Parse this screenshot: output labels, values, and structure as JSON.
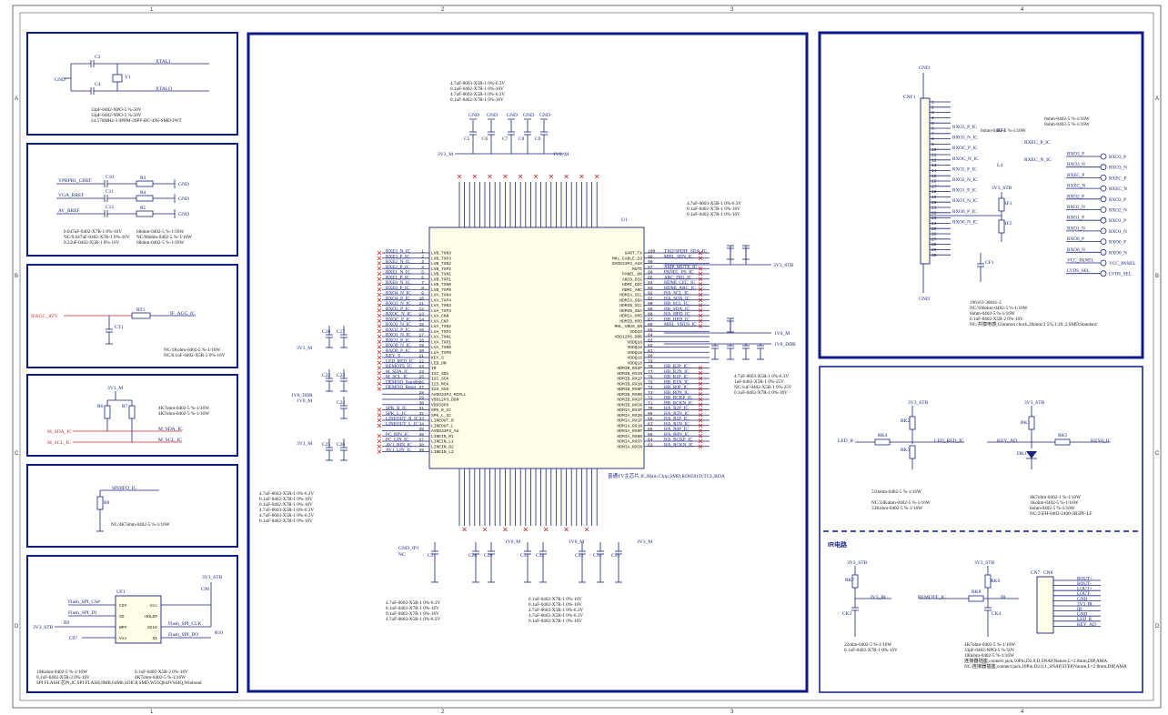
{
  "frame": {
    "columns": [
      "1",
      "2",
      "3",
      "4"
    ],
    "rows": [
      "A",
      "B",
      "C",
      "D"
    ]
  },
  "crystal": {
    "refs": [
      "C3",
      "C4",
      "Y1"
    ],
    "nets": [
      "XTALI",
      "XTALO",
      "GND"
    ],
    "notes": [
      "33pF-0402-NPO-5  %-50V",
      "33pF-0402-NPO-5  %-50V",
      "24.576MHz-3  0PPM-20PF-HC-49S-SMD-JWT"
    ]
  },
  "vga": {
    "nets": [
      "YPBPR1_GREF",
      "VGA_RREF",
      "AV_RREF"
    ],
    "caps": [
      "C10",
      "C11",
      "C12"
    ],
    "res": [
      "R3",
      "R4",
      "R5"
    ],
    "notes_left": [
      "0.047uF-0402-X7R-1  0%-16V",
      "NC/0.047uF-0402-X7R-1  0%-16V",
      "0.22uF-0402-X5R-1  0%-16V"
    ],
    "notes_right": [
      "68ohm-0402-5  %-1/16W",
      "NC/68ohm-0402-5  %-1/16W",
      "68ohm-0402-5  %-1/16W"
    ]
  },
  "agc": {
    "nets": [
      "IFAGC_ATV",
      "IF_AGC_IC"
    ],
    "refs": [
      "RT1",
      "CT1"
    ],
    "notes": [
      "NC/1Kohm-0402-5  %-1/16W",
      "NC/0.1uF-0402-X5R-2  0%-16V"
    ]
  },
  "i2c": {
    "rail": "3V3_M",
    "res": [
      "R6",
      "R7"
    ],
    "nets": [
      "M_SDA_IC",
      "M_SCL_IC"
    ],
    "ext_nets": [
      "M_SDA_IC",
      "M_SCL_IC"
    ],
    "notes": [
      "4K7ohm-0402-5  %-1/16W",
      "4K7ohm-0402-5  %-1/16W"
    ]
  },
  "spdif": {
    "net": "SPDIFO_IC",
    "ref": "R8",
    "note": "NC/4K7ohm-0402-5  %-1/16W"
  },
  "flash": {
    "ref": "UF1",
    "pins_left": [
      "CS#",
      "SO",
      "WP#",
      "Vss"
    ],
    "pins_right": [
      "Vcc",
      "HOLD#",
      "SCLK",
      "SI"
    ],
    "nets": [
      "Flash_SPI_CS#",
      "Flash_SPI_DI",
      "Flash_SPI_CLK",
      "Flash_SPI_DO"
    ],
    "rail": "3V3_STB",
    "refs": [
      "C96",
      "C97",
      "R9",
      "R10"
    ],
    "notes": [
      "10Kohm-0402-5  %-1/16W",
      "0.1uF-0402-X5R-2  0%-16V",
      "SPI FLASH 芯片,IC,SPI FLASH,8MB,64Mb,SOIC8,SMD,W25Q64JVSSIQ,Winbond"
    ],
    "notes2": [
      "0.1uF-0402-X5R-2  0%-16V",
      "4K7ohm-0402-5  %-1/16W"
    ]
  },
  "soc": {
    "ref": "U1",
    "desc": "普通TV主芯片,IC,Main Chip,SMD,RD8501D,TCL,RDA",
    "left_pins": [
      "LVB_TXN3",
      "LVB_TXP3",
      "LVB_TXN2",
      "LVB_TXP2",
      "LVB_TXN1",
      "LVB_TXP1",
      "LVB_TXN0",
      "LVB_TXP0",
      "LVA_TXN4",
      "LVA_TXP4",
      "LVA_TXN3",
      "LVA_TXP3",
      "LVA_CKN",
      "LVA_CKP",
      "LVA_TXN2",
      "LVA_TXP2",
      "LVA_TXN1",
      "LVA_TXP1",
      "LVA_TXN0",
      "LVA_TXP0",
      "KEY_S",
      "LED_ON",
      "IR",
      "I2C_SDA",
      "I2C_SCK",
      "I2S_MCK",
      "I2S_SCK",
      "AVDD33P3_MCPLL",
      "VDD12P3_DDR",
      "VDD33P6",
      "SPK_R_IC",
      "SPK_L_IC",
      "LINEOUT_R",
      "LINEOUT_L",
      "AVDD33P3_AU",
      "LINEIN_R1",
      "LINEIN_L1",
      "LINEIN_R2",
      "LINEIN_L2"
    ],
    "left_nets": [
      "RXE3_N_IC",
      "RXE3_P_IC",
      "RXE2_N_IC",
      "RXE2_P_IC",
      "RXE1_N_IC",
      "RXE1_P_IC",
      "RXE0_N_IC",
      "RXE0_P_IC",
      "RXO4_N_IC",
      "RXO4_P_IC",
      "RXO3_N_IC",
      "RXO3_P_IC",
      "RXOC_N_IC",
      "RXOC_P_IC",
      "RXO2_N_IC",
      "RXO2_P_IC",
      "RXO1_N_IC",
      "RXO1_P_IC",
      "RXO0_N_IC",
      "RXO0_P_IC",
      "KEY_S",
      "LED_RED_IC",
      "REMOTE_IC",
      "M_SDA_IC",
      "M_SCL_IC",
      "DEMOD_Standby",
      "DEMOD_Reset",
      "",
      "",
      "",
      "SPK_R_IC",
      "SPK_L_IC",
      "LINEOUT_R_IC",
      "LINEOUT_L_IC",
      "",
      "PC_RIN_IC",
      "PC_LIN_IC",
      "AV1_RIN_IC",
      "AV1_LIN_IC"
    ],
    "right_pins": [
      "UART_TX",
      "MHL_CABLE_IO",
      "OVDD33P3_AUX",
      "MUTE",
      "PANEL_ON",
      "ARCO_DIG",
      "HDMI_CEC",
      "HDMI_ARC",
      "HDMIA_SCL",
      "HDMIA_SDA",
      "HDMIB_SCL",
      "HDMIB_SDA",
      "HDMIA_HPD",
      "HDMIB_HPD",
      "MHL_VBUS_EN",
      "VDDIO",
      "VDD12P8_DDR",
      "VDDQ18",
      "VDDQ18",
      "VDDQ18",
      "VDDQ18",
      "VDDQ18",
      "HDMIB_RX2P",
      "HDMIB_RX2N",
      "HDMIB_RX1P",
      "HDMIB_RX1N",
      "HDMIB_RX0P",
      "HDMIB_RX0N",
      "HDMIB_RXCP",
      "HDMIB_RXCN",
      "HDMIA_RX2P",
      "HDMIA_RX2N",
      "HDMIA_RX1P",
      "HDMIA_RX1N",
      "HDMIA_RX0P",
      "HDMIA_RX0N",
      "HDMIA_RXCP",
      "HDMIA_RXCN"
    ],
    "right_nets": [
      "TXD/SPDIF_SDA_IC",
      "MHL_SEN_IC",
      "",
      "AMP_MUTE_IC",
      "PANEL_PS_IC",
      "ARC_DIG_IC",
      "HDMI_CEC_IC",
      "HDMI_ARC_IC",
      "HA_SCL_IC",
      "HA_SDA_IC",
      "HB_SCL_IC",
      "HB_SDA_IC",
      "HA_HPD_IC",
      "HB_HPD_IC",
      "MHL_VBUS_IC",
      "",
      "",
      "",
      "",
      "",
      "",
      "",
      "HB_R2P_IC",
      "HB_R2N_IC",
      "HB_R1P_IC",
      "HB_R1N_IC",
      "HB_R0P_IC",
      "HB_R0N_IC",
      "HB_RCKP_IC",
      "HB_RCKN_IC",
      "HA_R2P_IC",
      "HA_R2N_IC",
      "HA_R1P_IC",
      "HA_R1N_IC",
      "HA_R0P_IC",
      "HA_R0N_IC",
      "HA_RCKP_IC",
      "HA_RCKN_IC"
    ],
    "right_rails": [
      "3V3_STB",
      "1V0_M",
      "1V8_DDR"
    ],
    "top_rails": [
      "3V3_M",
      "1V0_M"
    ],
    "top_caps": [
      "C5",
      "C6",
      "C7",
      "C8",
      "C9"
    ],
    "top_notes": [
      "4.7uF-0603-X5R-1  0%-6.3V",
      "0.1uF-0402-X7R-1  0%-16V",
      "4.7uF-0603-X5R-1  0%-6.3V",
      "0.1uF-0402-X7R-1  0%-16V"
    ],
    "right_notes1": [
      "4.7uF-0603-X5R-1  0%-6.3V",
      "0.1uF-0402-X7R-1  0%-16V",
      "0.1uF-0402-X7R-1  0%-16V"
    ],
    "right_notes2": [
      "4.7uF-0603-X5R-1  0%-6.3V",
      "1uF-0402-X5R-1  0%-25V",
      "NC/1uF-0402-X5R-1  0%-25V",
      "0.1uF-0402-X7R-1  0%-16V"
    ],
    "left_notes": [
      "4.7uF-0603-X5R-1  0%-6.3V",
      "0.1uF-0402-X7R-1  0%-16V",
      "0.1uF-0402-X7R-1  0%-16V",
      "4.7uF-0603-X5R-1  0%-6.3V",
      "4.7uF-0603-X5R-1  0%-6.3V",
      "0.1uF-0402-X7R-1  0%-16V"
    ],
    "bottom_notes1": [
      "4.7uF-0603-X5R-1  0%-6.3V",
      "0.1uF-0402-X7R-1  0%-16V",
      "0.1uF-0402-X7R-1  0%-16V",
      "4.7uF-0603-X5R-1  0%-6.3V"
    ],
    "bottom_notes2": [
      "0.1uF-0402-X7R-1  0%-16V",
      "0.1uF-0402-X7R-1  0%-16V",
      "4.7uF-0603-X5R-1  0%-6.3V",
      "4.7uF-0603-X5R-1  0%-6.3V",
      "0.1uF-0402-X7R-1  0%-16V"
    ],
    "left_rails": [
      "3V3_M",
      "1V8_DDR",
      "1V0_M",
      "3V3_M"
    ],
    "left_caps": [
      "C16",
      "C17",
      "C22",
      "C23",
      "C24",
      "C25",
      "C26"
    ],
    "bottom_rails": [
      "1V0_M",
      "3V3_M"
    ],
    "bottom_caps": [
      "C27",
      "C28",
      "C29",
      "C31",
      "C32",
      "C33",
      "C34",
      "C35"
    ],
    "gnd_jp": "GND_JP1",
    "nc": "NC"
  },
  "lvds": {
    "ref": "CNF1",
    "gnd": "GND",
    "nets": [
      "RXO3_P",
      "RXO3_N",
      "RXEC_P",
      "RXEC_N",
      "RXO2_P",
      "RXO2_N",
      "RXO1_P",
      "RXO1_N",
      "RXO0_P",
      "RXO0_N",
      "VCC_PANEL",
      "LVDS_SEL"
    ],
    "nets_inner": [
      "RXO3_P_IC",
      "RXO3_N_IC",
      "RXOC_P_IC",
      "RXOC_N_IC",
      "RXO2_P_IC",
      "RXO2_N_IC",
      "RXO1_P_IC",
      "RXO1_N_IC",
      "RXO0_P_IC",
      "RXO0_N_IC"
    ],
    "rail": "3V3_STB",
    "refs": [
      "RF1",
      "RF2",
      "RF3",
      "RF4",
      "L4",
      "CF1"
    ],
    "notes": [
      "196161-30041-3",
      "NC/100ohm-0402-5  %-1/16W",
      "0ohm-0402-5  %-1/16W",
      "0.1uF-0402-X5R-2  0%-16V",
      "NC/共模电感,Common chock,20ohm/2 5%,1:20 ,2,SMD,Standard"
    ],
    "res_notes": [
      "0ohm-0402-5  %-1/16W",
      "0ohm-0402-5  %-1/16W"
    ],
    "rxec_net": "RXEC_P_IC",
    "rxec_n_net": "RXEC_N_IC",
    "lvds_sel": "LVDS_SEL"
  },
  "led": {
    "rails": [
      "3V3_STB",
      "3V3_STB"
    ],
    "nets": [
      "LED_R",
      "LED_RED_IC",
      "KEY_AD",
      "KEY0_IC"
    ],
    "refs": [
      "RK2",
      "RK3",
      "RK4",
      "RK1",
      "RK5",
      "DK1"
    ],
    "notes_left": [
      "510ohm-0402-5  %-1/16W",
      "",
      "NC/33Kohm-0402-5  %-1/16W",
      "33Kohm-0402-5  %-1/16W"
    ],
    "notes_right": [
      "4K7ohm-0402-1  %-1/16W",
      "1Kohm-0402-5  %-1/16W",
      "0ohm-0402-5  %-1/16W",
      "NC/25FH-0402-2400-2R5PF-LF"
    ]
  },
  "ir": {
    "title": "IR电路",
    "rails": [
      "3V3_STB",
      "3V3_STB"
    ],
    "nets": [
      "3V3_IR",
      "REMOTE_IC",
      "IR"
    ],
    "refs": [
      "RK7",
      "CK3",
      "RK6",
      "RK8",
      "CK4",
      "CN7",
      "CN8"
    ],
    "conn_nets": [
      "ROUT+",
      "ROUT-",
      "LOUT+",
      "LOUT-",
      "GND",
      "3V3_IR",
      "IR",
      "GND",
      "LED_R",
      "KEY_AD"
    ],
    "notes_left": [
      "22ohm-0402-5  %-1/16W",
      "0.1uF-0402-X7R-1  0%-16V"
    ],
    "notes_right": [
      "4K7ohm-0402-5  %-1/16W",
      "33pF-0402-NPO-5  %-50V",
      "100ohm-0402-5  %-1/16W",
      "连接器插座,connect jack,10Pin,D2.0,D,SNAP,Nature,L=2.8mm,DIP,AMA",
      "NC/连接器插座,connect jack,10Pin,D2.0,1.,SNAP,STEP,Nature,L=2.8mm,DIP,AMA"
    ]
  },
  "colors": {
    "wire": "#1a237e",
    "net_red": "#c62828",
    "frame": "#0d1a8a"
  }
}
